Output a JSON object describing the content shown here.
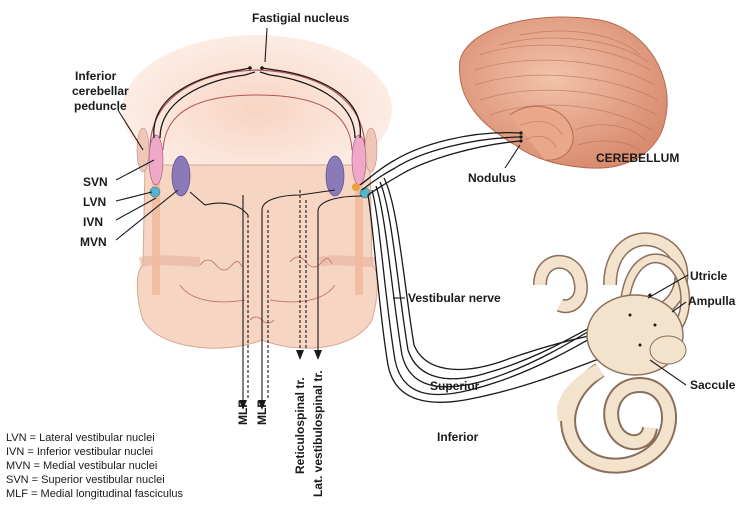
{
  "labels": {
    "fastigial": "Fastigial nucleus",
    "icp": [
      "Inferior",
      "cerebellar",
      "peduncle"
    ],
    "svn": "SVN",
    "lvn": "LVN",
    "ivn": "IVN",
    "mvn": "MVN",
    "cerebellum": "CEREBELLUM",
    "nodulus": "Nodulus",
    "vestibular_nerve": "Vestibular nerve",
    "utricle": "Utricle",
    "ampulla": "Ampulla",
    "saccule": "Saccule",
    "superior": "Superior",
    "inferior": "Inferior",
    "mlf1": "MLF",
    "mlf2": "MLF",
    "reticulospinal": "Reticulospinal tr.",
    "lat_vestibulospinal": "Lat. vestibulospinal tr."
  },
  "legend": [
    "LVN = Lateral vestibular nuclei",
    "IVN = Inferior vestibular nuclei",
    "MVN = Medial vestibular nuclei",
    "SVN = Superior vestibular nuclei",
    "MLF = Medial longitudinal fasciculus"
  ],
  "colors": {
    "brainstem": "#f6d9c8",
    "cerebellum": "#e9a88a",
    "svn": "#f0a8c8",
    "mvn": "#8a7bb8",
    "lvn": "#5ab4c8",
    "ivn": "#e8a040",
    "labyrinth": "#f3e3cc"
  }
}
